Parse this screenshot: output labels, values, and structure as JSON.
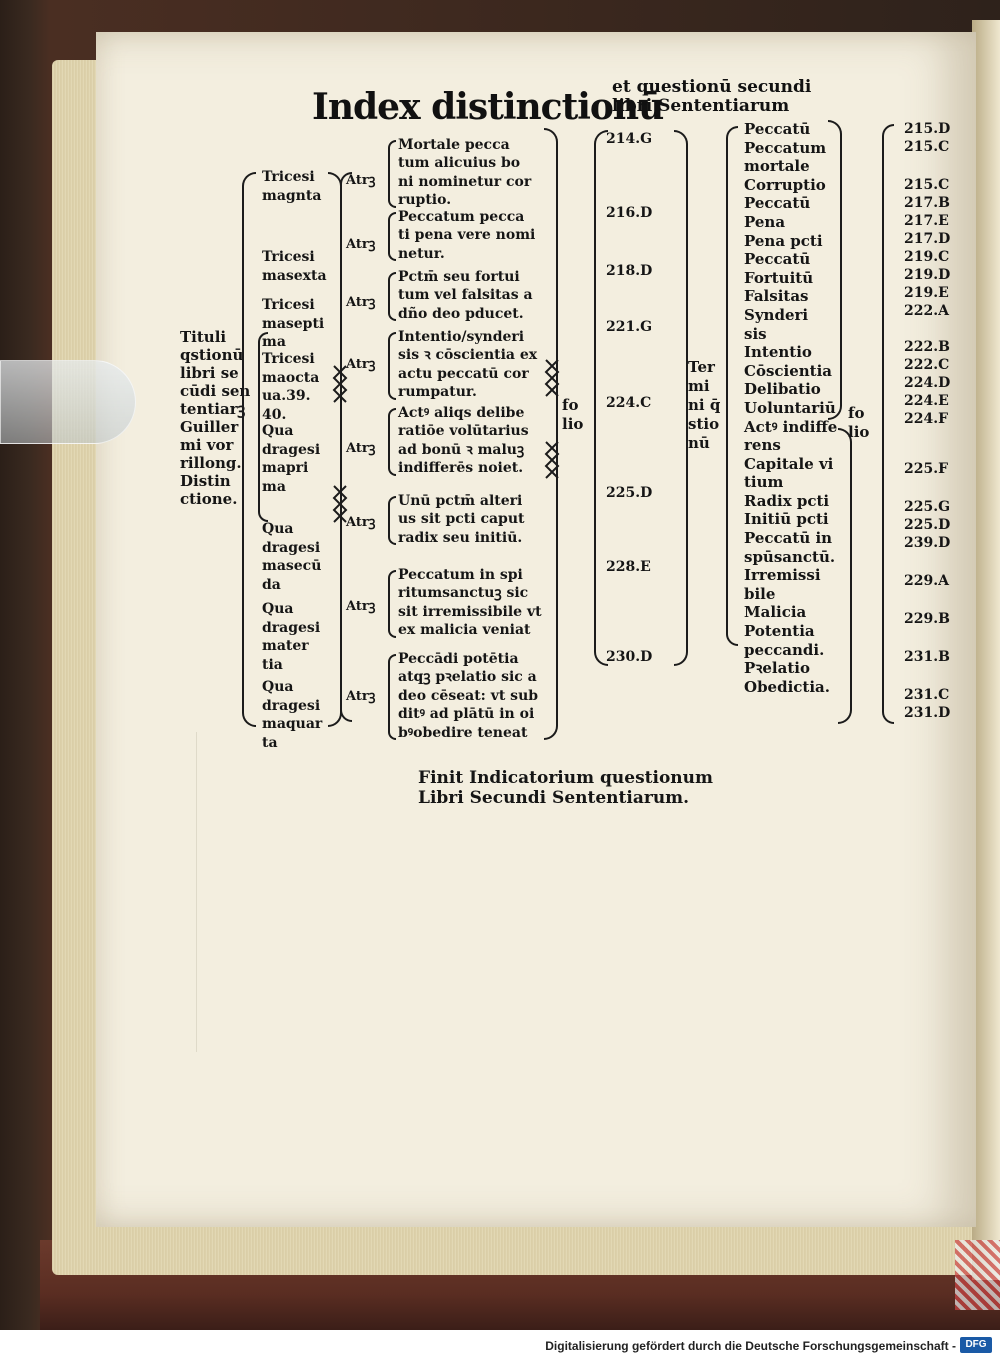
{
  "title": {
    "main": "Index distinctionū",
    "sub_line1": "et questionū secundi",
    "sub_line2": "libri Sententiarum"
  },
  "left_label": [
    "Tituli",
    "qstionū",
    "libri se",
    "cūdi sen",
    "tentiarꝫ",
    "Guiller",
    "mi vor",
    "rillong.",
    "Distin",
    "ctione."
  ],
  "distinctions": [
    [
      "Tricesi",
      "magnta"
    ],
    [
      "Tricesi",
      "masexta"
    ],
    [
      "Tricesi",
      "masepti",
      "ma"
    ],
    [
      "Tricesi",
      "maocta",
      "ua.39.",
      "40."
    ],
    [
      "Qua",
      "dragesi",
      "mapri",
      "ma"
    ],
    [
      "Qua",
      "dragesi",
      "masecū",
      "da"
    ],
    [
      "Qua",
      "dragesi",
      "mater",
      "tia"
    ],
    [
      "Qua",
      "dragesi",
      "maquar",
      "ta"
    ]
  ],
  "atr_label": "Atrꝫ",
  "questions": [
    [
      "Mortale pecca",
      "tum alicuius bo",
      "ni nominetur cor",
      "ruptio."
    ],
    [
      "Peccatum pecca",
      "ti pena vere nomi",
      "netur."
    ],
    [
      "Pctm̄ seu fortui",
      "tum vel falsitas a",
      "dño deo pducet."
    ],
    [
      "Intentio/synderi",
      "sis ꝛ cōscientia ex",
      "actu peccatū cor",
      "rumpatur."
    ],
    [
      "Actꝰ aliqs delibe",
      "ratiōe volūtarius",
      "ad bonū ꝛ maluꝫ",
      "indifferēs noiet."
    ],
    [
      "Unū pctm̄ alteri",
      "us sit pcti caput",
      "radix seu initiū."
    ],
    [
      "Peccatum in spi",
      "ritumsanctuꝫ sic",
      "sit irremissibile vt",
      "ex malicia veniat"
    ],
    [
      "Peccādi potētia",
      "atqꝫ pꝛelatio sic a",
      "deo cēseat: vt sub",
      "ditꝰ ad plātū in oi",
      "bꝰobedire teneat"
    ]
  ],
  "folio_col1": [
    "214.G",
    "216.D",
    "218.D",
    "221.G",
    "224.C",
    "225.D",
    "228.E",
    "230.D"
  ],
  "folio_label": [
    "fo",
    "lio"
  ],
  "termini_label": [
    "Ter",
    "mi",
    "ni q̄",
    "stio",
    "nū"
  ],
  "terms": [
    "Peccatū",
    "Peccatum",
    "mortale",
    "Corruptio",
    "Peccatū",
    "Pena",
    "Pena pcti",
    "Peccatū",
    "Fortuitū",
    "Falsitas",
    "Synderi",
    "sis",
    "Intentio",
    "Cōscientia",
    "Delibatio",
    "Uoluntariū",
    "Actꝰ indiffe",
    "rens",
    "Capitale vi",
    "tium",
    "Radix pcti",
    "Initiū pcti",
    "Peccatū in",
    "spūsanctū.",
    "Irremissi",
    "bile",
    "Malicia",
    "Potentia",
    "peccandi.",
    "Pꝛelatio",
    "Obedictia."
  ],
  "folio_col2": [
    "215.D",
    "215.C",
    "215.C",
    "217.B",
    "217.E",
    "217.D",
    "219.C",
    "219.D",
    "219.E",
    "222.A",
    "222.B",
    "222.C",
    "224.D",
    "224.E",
    "224.F",
    "225.F",
    "225.G",
    "225.D",
    "239.D",
    "229.A",
    "229.B",
    "231.B",
    "231.C",
    "231.D"
  ],
  "colophon": [
    "Finit Indicatorium questionum",
    "Libri Secundi Sententiarum."
  ],
  "footer": {
    "text": "Digitalisierung gefördert durch die Deutsche Forschungsgemeinschaft -",
    "logo": "DFG"
  }
}
